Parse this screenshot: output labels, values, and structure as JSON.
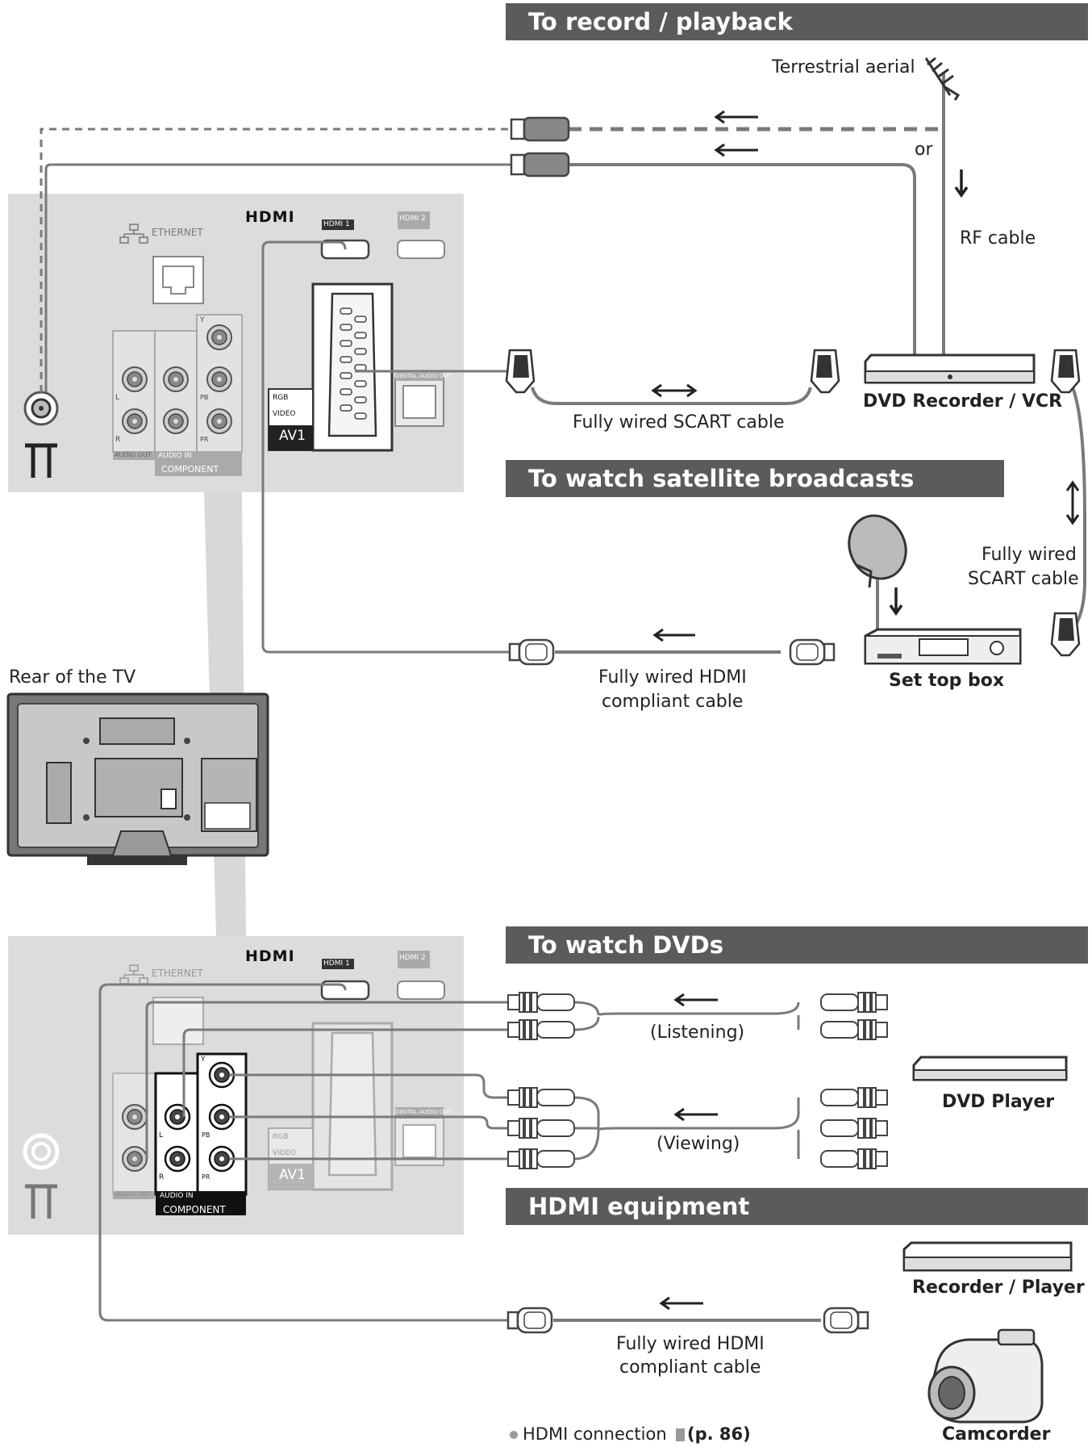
{
  "sections": {
    "record": "To record / playback",
    "satellite": "To watch satellite broadcasts",
    "dvds": "To watch DVDs",
    "hdmi": "HDMI equipment"
  },
  "labels": {
    "terrestrial_aerial": "Terrestrial aerial",
    "or": "or",
    "rf_cable": "RF cable",
    "dvd_recorder_vcr": "DVD Recorder / VCR",
    "scart_cable_1": "Fully wired SCART cable",
    "scart_cable_2_line1": "Fully wired",
    "scart_cable_2_line2": "SCART cable",
    "set_top_box": "Set top box",
    "hdmi_cable_1_line1": "Fully wired HDMI",
    "hdmi_cable_1_line2": "compliant cable",
    "rear_of_tv": "Rear of the TV",
    "listening": "(Listening)",
    "viewing": "(Viewing)",
    "dvd_player": "DVD Player",
    "recorder_player": "Recorder / Player",
    "hdmi_cable_2_line1": "Fully wired HDMI",
    "hdmi_cable_2_line2": "compliant cable",
    "camcorder": "Camcorder",
    "footnote_text": "HDMI connection",
    "footnote_ref": "(p. 86)"
  },
  "panel_labels": {
    "hdmi_logo": "HDMI",
    "ethernet": "ETHERNET",
    "hdmi1": "HDMI 1",
    "hdmi2": "HDMI 2",
    "av1": "AV1",
    "rgb": "RGB",
    "video": "VIDEO",
    "audio_out": "AUDIO OUT",
    "audio_in": "AUDIO IN",
    "component": "COMPONENT",
    "digital_audio_out": "DIGITAL AUDIO OUT",
    "y": "Y",
    "pb": "PB",
    "pr": "PR",
    "l": "L",
    "r": "R"
  },
  "colors": {
    "section_bar": "#5b5b5b",
    "panel": "#dcdcdc",
    "cable": "#7a7a7a",
    "device": "#4a4a4a"
  }
}
